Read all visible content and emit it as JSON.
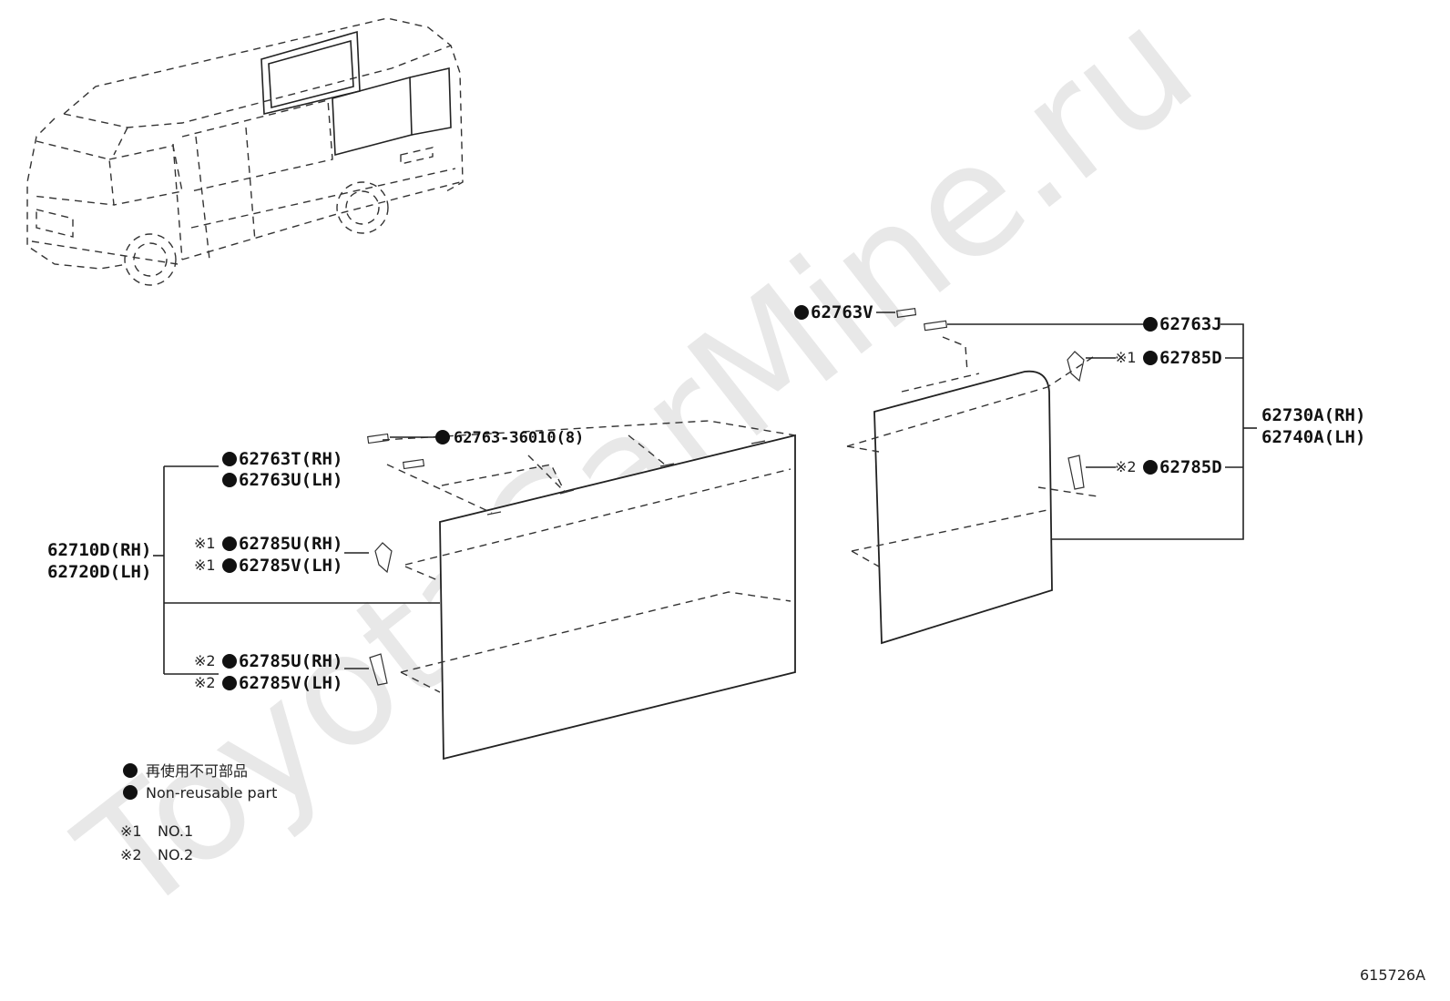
{
  "watermark": "ToyotaCarMine.ru",
  "diagram_code": "615726A",
  "left_assembly": {
    "rh": "62710D(RH)",
    "lh": "62720D(LH)"
  },
  "left_parts": {
    "clip_top": "62763-36010(8)",
    "clip_rh": "62763T(RH)",
    "clip_lh": "62763U(LH)",
    "no1_rh": "62785U(RH)",
    "no1_lh": "62785V(LH)",
    "no2_rh": "62785U(RH)",
    "no2_lh": "62785V(LH)"
  },
  "right_assembly": {
    "rh": "62730A(RH)",
    "lh": "62740A(LH)"
  },
  "right_parts": {
    "clip_v": "62763V",
    "clip_j": "62763J",
    "no1": "62785D",
    "no2": "62785D"
  },
  "marks": {
    "no1": "※1",
    "no2": "※2"
  },
  "legend": {
    "jp": "再使用不可部品",
    "en": "Non-reusable part",
    "no1_mark": "※1",
    "no1_text": "NO.1",
    "no2_mark": "※2",
    "no2_text": "NO.2"
  }
}
